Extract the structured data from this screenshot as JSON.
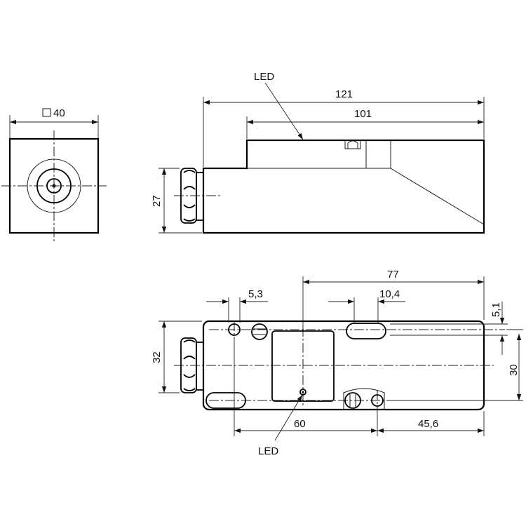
{
  "labels": {
    "led_top": "LED",
    "led_bottom": "LED",
    "square_40": "40",
    "dim_121": "121",
    "dim_101": "101",
    "dim_27": "27",
    "dim_77": "77",
    "dim_5_3": "5,3",
    "dim_10_4": "10,4",
    "dim_5_1": "5,1",
    "dim_32": "32",
    "dim_30": "30",
    "dim_60": "60",
    "dim_45_6": "45,6"
  }
}
